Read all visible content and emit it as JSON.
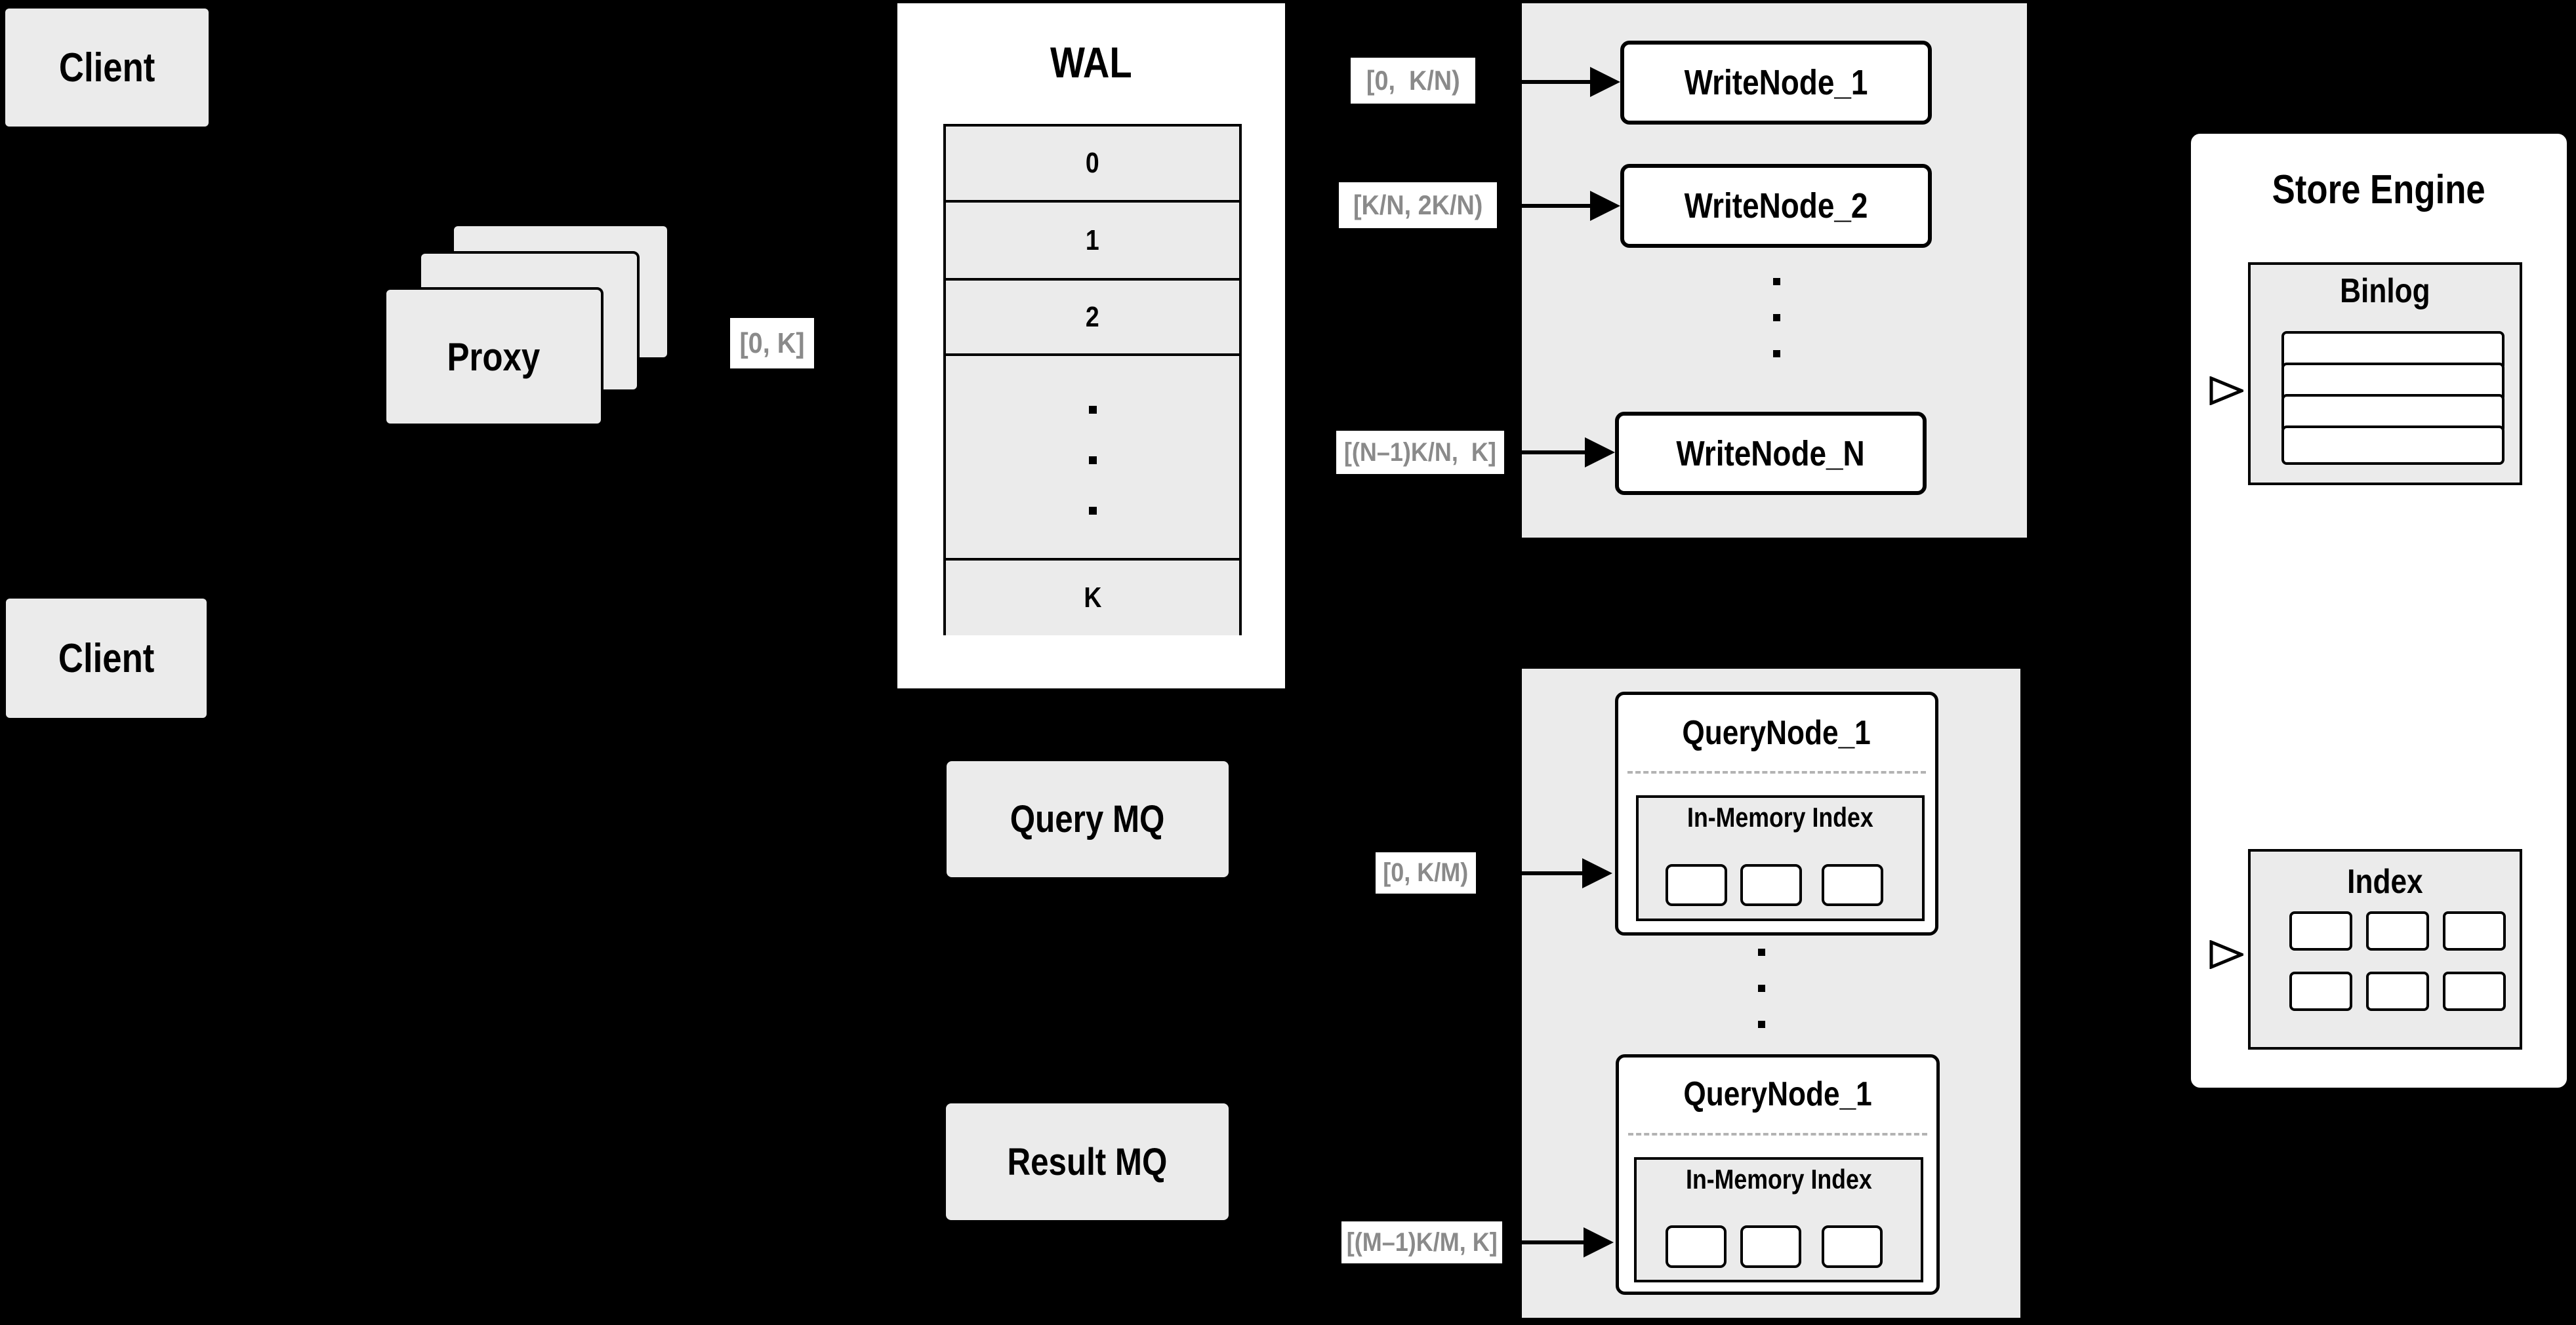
{
  "colors": {
    "background": "#000000",
    "panel": "#ebebeb",
    "box": "#ffffff",
    "border": "#000000",
    "range_text": "#8a8a8a",
    "text": "#000000",
    "dashed_divider": "#b3b3b3"
  },
  "clients": {
    "top": "Client",
    "bottom": "Client"
  },
  "proxy": {
    "label": "Proxy"
  },
  "wal": {
    "title": "WAL",
    "rows": [
      "0",
      "1",
      "2",
      "K"
    ]
  },
  "ranges": {
    "proxy_out": "[0, K]",
    "write_1": "[0,  K/N)",
    "write_2": "[K/N, 2K/N)",
    "write_n": "[(N–1)K/N,  K]",
    "query_1": "[0, K/M)",
    "query_m": "[(M–1)K/M, K]"
  },
  "write_nodes": {
    "node_1": "WriteNode_1",
    "node_2": "WriteNode_2",
    "node_n": "WriteNode_N"
  },
  "mq": {
    "query": "Query MQ",
    "result": "Result MQ"
  },
  "query_nodes": {
    "node_top": "QueryNode_1",
    "node_bottom": "QueryNode_1",
    "inmem_top": "In-Memory Index",
    "inmem_bottom": "In-Memory Index"
  },
  "store_engine": {
    "title": "Store Engine",
    "binlog": "Binlog",
    "index": "Index"
  }
}
